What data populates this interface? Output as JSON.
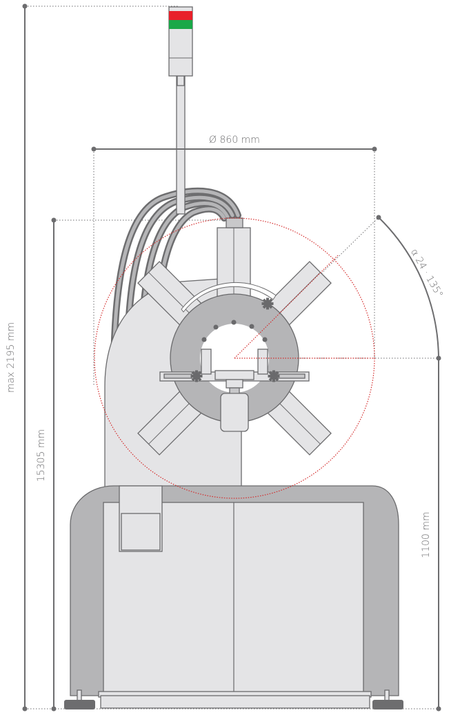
{
  "dimensions": {
    "diameter": "Ø 860 mm",
    "max_height": "max 2195 mm",
    "axis_height": "15305 mm",
    "hub_height": "1100 mm",
    "angle": "α 24 · 135°"
  },
  "colors": {
    "background": "#ffffff",
    "machine_light": "#e4e4e6",
    "machine_mid": "#c8c8ca",
    "machine_dark": "#b5b5b7",
    "outline": "#6a6a6c",
    "cable": "#6d6d6f",
    "dimension_line": "#6d6d6f",
    "dimension_text": "#6d6d6f",
    "reel_circle": "#d42a2a",
    "signal_red": "#e8202a",
    "signal_green": "#1aa848"
  },
  "icons": {
    "signal_tower": "signal-tower-icon",
    "foot": "leveling-foot-icon"
  }
}
